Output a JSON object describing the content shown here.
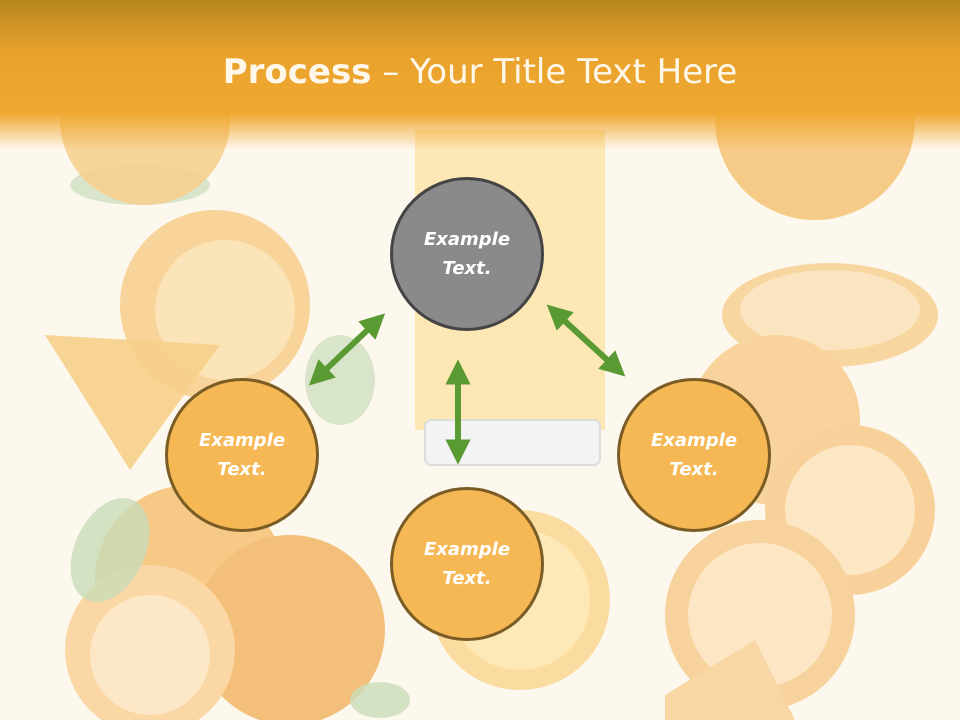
{
  "header": {
    "title_bold": "Process",
    "title_rest": " – Your Title Text Here"
  },
  "diagram": {
    "nodes": [
      {
        "id": "top",
        "label": "Example\nText."
      },
      {
        "id": "left",
        "label": "Example\nText."
      },
      {
        "id": "bottom",
        "label": "Example\nText."
      },
      {
        "id": "right",
        "label": "Example\nText."
      }
    ]
  },
  "colors": {
    "header": "#f0a830",
    "node_fill": "#f5b855",
    "node_center_fill": "#8a8a8a",
    "arrow": "#5a9a32"
  },
  "icons": [
    "double-arrow-icon"
  ]
}
